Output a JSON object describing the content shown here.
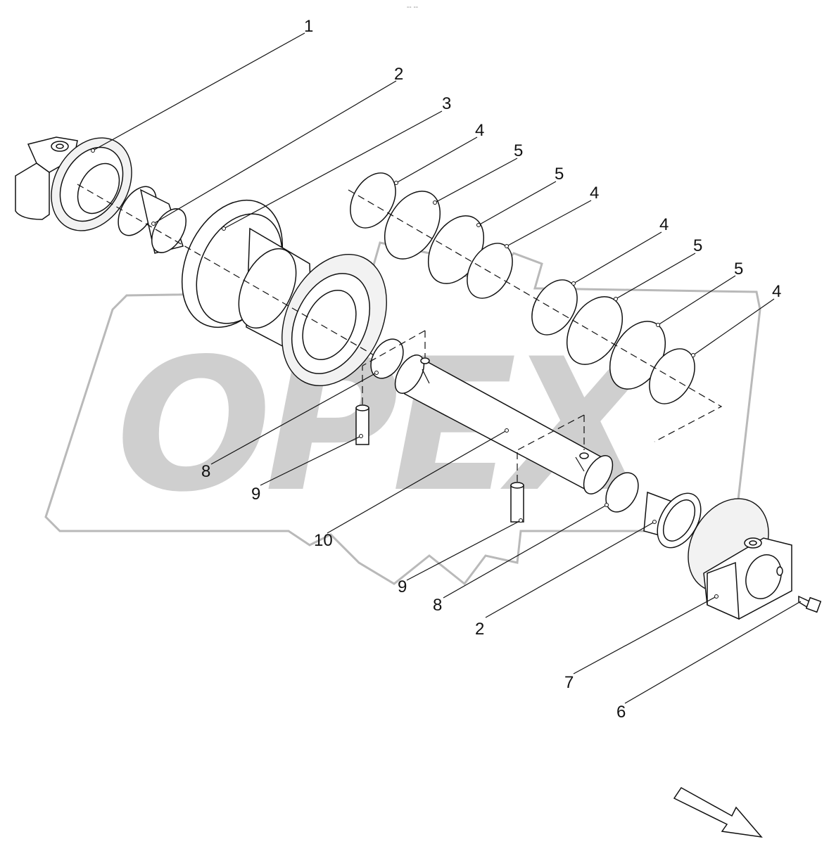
{
  "diagram": {
    "top_mark": "-- --",
    "watermark": "OPEX",
    "callouts": [
      {
        "id": "c1",
        "label": "1"
      },
      {
        "id": "c2a",
        "label": "2"
      },
      {
        "id": "c3",
        "label": "3"
      },
      {
        "id": "c4a",
        "label": "4"
      },
      {
        "id": "c5a",
        "label": "5"
      },
      {
        "id": "c5b",
        "label": "5"
      },
      {
        "id": "c4b",
        "label": "4"
      },
      {
        "id": "c4c",
        "label": "4"
      },
      {
        "id": "c5c",
        "label": "5"
      },
      {
        "id": "c5d",
        "label": "5"
      },
      {
        "id": "c4d",
        "label": "4"
      },
      {
        "id": "c8a",
        "label": "8"
      },
      {
        "id": "c9a",
        "label": "9"
      },
      {
        "id": "c10",
        "label": "10"
      },
      {
        "id": "c9b",
        "label": "9"
      },
      {
        "id": "c8b",
        "label": "8"
      },
      {
        "id": "c2b",
        "label": "2"
      },
      {
        "id": "c7",
        "label": "7"
      },
      {
        "id": "c6",
        "label": "6"
      }
    ]
  }
}
